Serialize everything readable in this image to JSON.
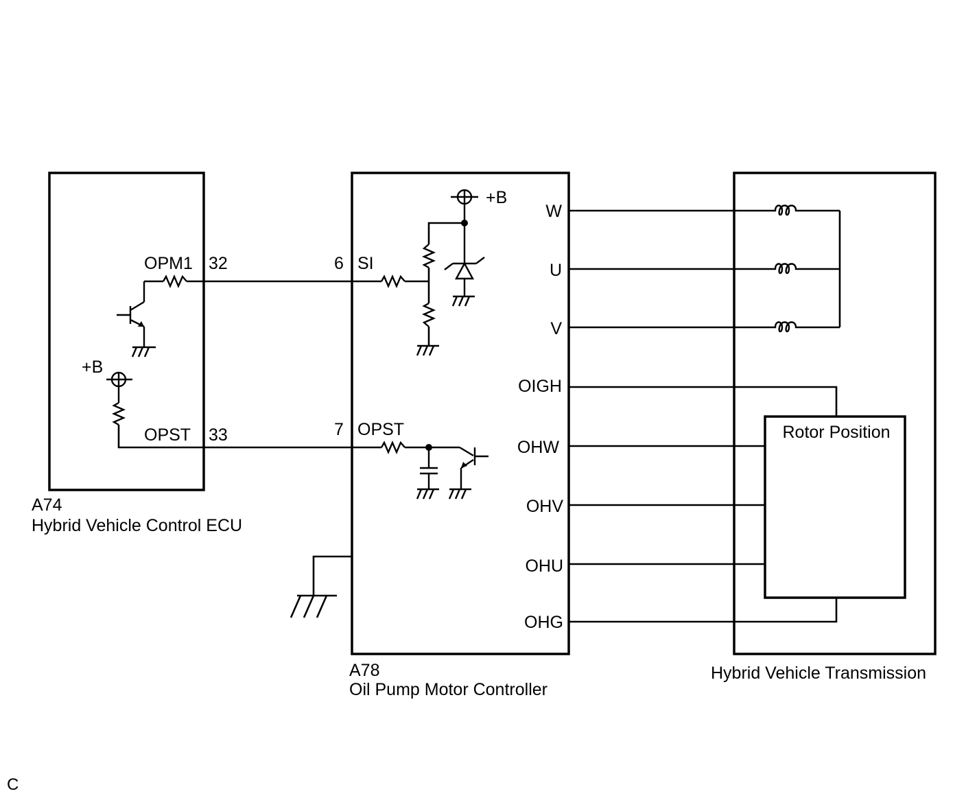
{
  "ecu": {
    "connector": "A74",
    "name": "Hybrid Vehicle Control ECU",
    "pin_opm1_name": "OPM1",
    "pin_opm1_no": "32",
    "pin_opst_name": "OPST",
    "pin_opst_no": "33",
    "supply": "+B"
  },
  "controller": {
    "connector": "A78",
    "name": "Oil Pump Motor Controller",
    "pin_si_no": "6",
    "pin_si_name": "SI",
    "pin_opst_no": "7",
    "pin_opst_name": "OPST",
    "supply": "+B",
    "terminals": [
      "W",
      "U",
      "V",
      "OIGH",
      "OHW",
      "OHV",
      "OHU",
      "OHG"
    ]
  },
  "transmission": {
    "name": "Hybrid Vehicle Transmission",
    "sensor": "Rotor Position"
  },
  "footer_mark": "C"
}
